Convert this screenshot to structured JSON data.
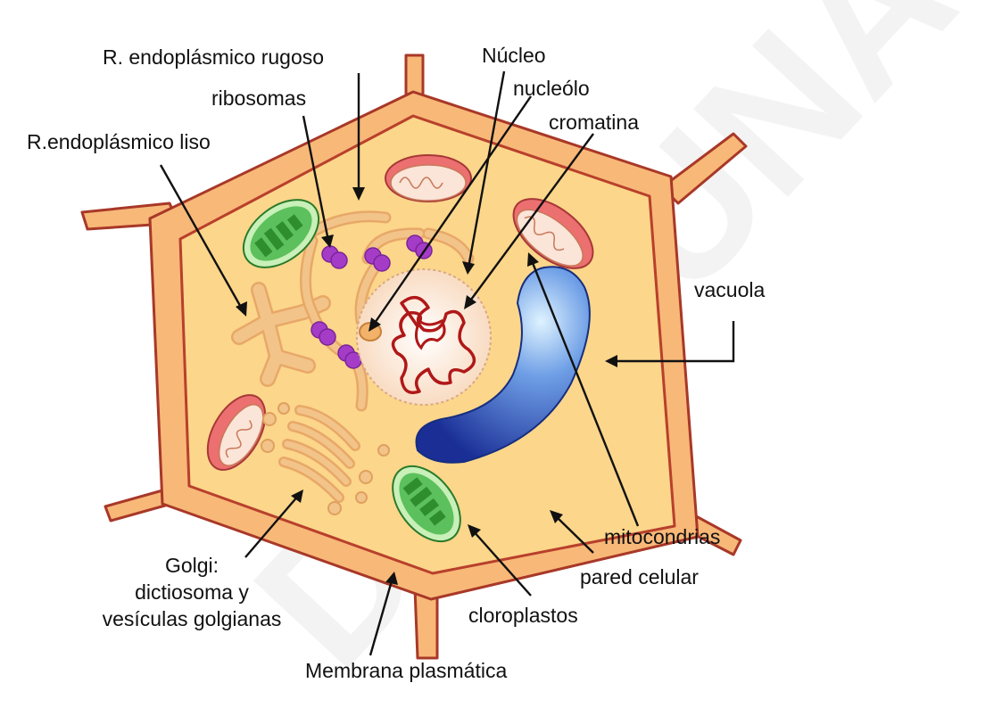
{
  "labels": {
    "rer": "R. endoplásmico rugoso",
    "nucleo": "Núcleo",
    "ribosomas": "ribosomas",
    "nucleolo": "nucleólo",
    "cromatina": "cromatina",
    "rel": "R.endoplásmico liso",
    "vacuola": "vacuola",
    "mitocondrias": "mitocondrias",
    "pared": "pared celular",
    "golgi_1": "Golgi:",
    "golgi_2": "dictiosoma y",
    "golgi_3": "vesículas golgianas",
    "cloroplastos": "cloroplastos",
    "membrana": "Membrana plasmática"
  },
  "watermark": "DECTUNAH",
  "colors": {
    "cell_wall": "#f8b878",
    "wall_outline": "#a83828",
    "cytoplasm": "#fcd68a",
    "membrane": "#b8402c",
    "er": "#f2c48a",
    "ribosome": "#a43cc8",
    "nucleus": "#fae2c8",
    "chromatin": "#b01818",
    "vacuole": "#1e3ea8",
    "chloroplast": "#48b848",
    "mitochondria_outer": "#ec7070",
    "watermark": "#f0f0f0"
  }
}
